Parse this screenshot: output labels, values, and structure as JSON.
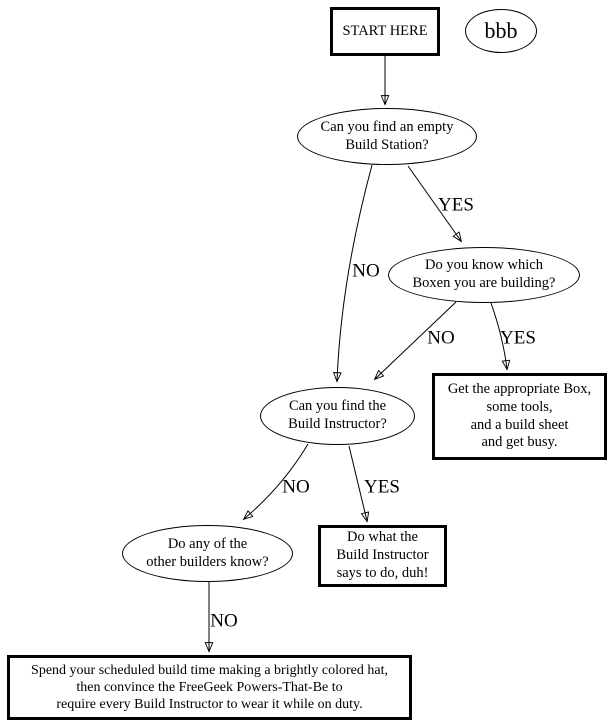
{
  "diagram": {
    "title": "Build workflow flowchart",
    "colors": {
      "background": "#ffffff",
      "stroke": "#000000",
      "text": "#000000"
    },
    "nodes": {
      "start": "START HERE",
      "bbb": "bbb",
      "find_station": "Can you find an empty\nBuild Station?",
      "know_boxen": "Do you know which\nBoxen you are building?",
      "get_box": "Get the appropriate Box,\nsome tools,\nand a build sheet\nand get busy.",
      "find_instructor": "Can you find the\nBuild Instructor?",
      "do_what": "Do what the\nBuild Instructor\nsays to do, duh!",
      "other_builders": "Do any of the\nother builders know?",
      "hat_plan": "Spend your scheduled build time making a brightly colored hat,\nthen convince the FreeGeek Powers-That-Be to\nrequire every Build Instructor to wear it while on duty."
    },
    "edge_labels": {
      "station_yes": "YES",
      "station_no": "NO",
      "boxen_no": "NO",
      "boxen_yes": "YES",
      "instructor_no": "NO",
      "instructor_yes": "YES",
      "builders_no": "NO"
    }
  }
}
